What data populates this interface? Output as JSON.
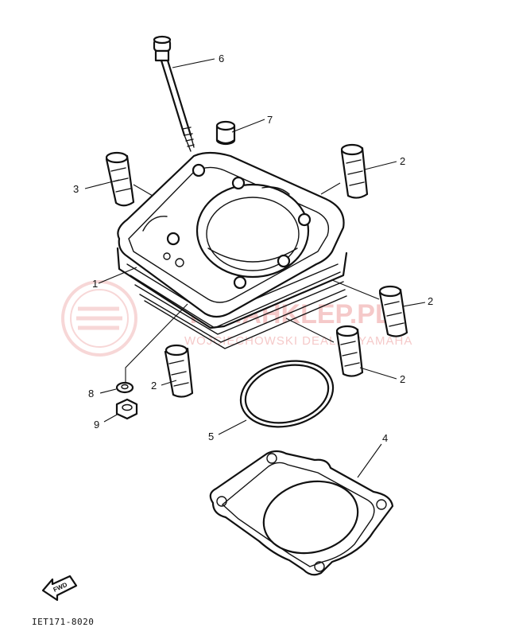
{
  "callouts": {
    "c1": "1",
    "c2a": "2",
    "c2b": "2",
    "c2c": "2",
    "c2d": "2",
    "c3": "3",
    "c4": "4",
    "c5": "5",
    "c6": "6",
    "c7": "7",
    "c8": "8",
    "c9": "9"
  },
  "fwd_label": "FWD",
  "drawing_code": "IET171-8020",
  "watermark": {
    "brand": "YAMAHKLEP.PL",
    "sub": "WOJCIECHOWSKI DEALER YAMAHA"
  },
  "colors": {
    "line": "#111111",
    "watermark": "#f2b7b7"
  }
}
